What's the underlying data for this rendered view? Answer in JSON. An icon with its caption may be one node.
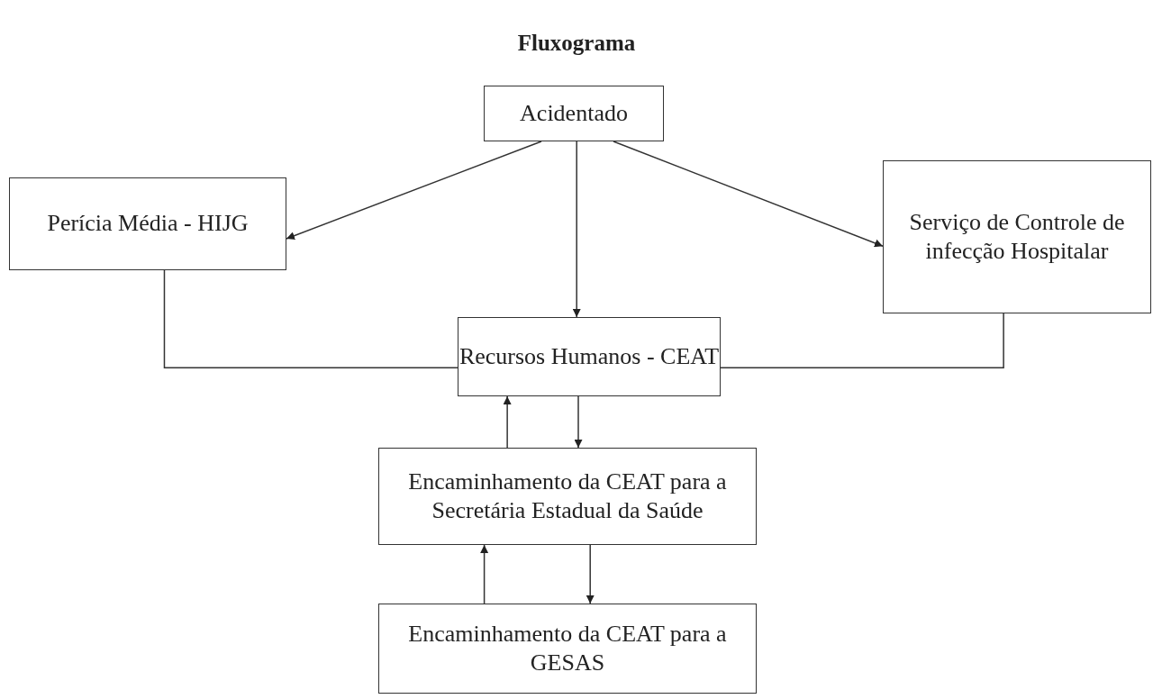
{
  "diagram": {
    "title": "Fluxograma",
    "nodes": [
      {
        "text": [
          "Acidentado"
        ]
      },
      {
        "text": [
          "Perícia Média - HIJG"
        ]
      },
      {
        "text": [
          "Serviço de Controle de infecção Hospitalar"
        ]
      },
      {
        "text": [
          "Recursos Humanos - CEAT"
        ]
      },
      {
        "text": [
          "Encaminhamento da CEAT para a Secretária Estadual da Saúde"
        ]
      },
      {
        "text": [
          "Encaminhamento da CEAT para a GESAS"
        ]
      }
    ],
    "edges": [
      {
        "from": 0,
        "to": 1,
        "arrow": "to"
      },
      {
        "from": 0,
        "to": 2,
        "arrow": "to"
      },
      {
        "from": 0,
        "to": 3,
        "arrow": "to"
      },
      {
        "from": 1,
        "to": 3,
        "arrow": "none"
      },
      {
        "from": 2,
        "to": 3,
        "arrow": "none"
      },
      {
        "from": 3,
        "to": 4,
        "arrow": "to"
      },
      {
        "from": 4,
        "to": 3,
        "arrow": "to"
      },
      {
        "from": 4,
        "to": 5,
        "arrow": "to"
      },
      {
        "from": 5,
        "to": 4,
        "arrow": "to"
      }
    ]
  }
}
